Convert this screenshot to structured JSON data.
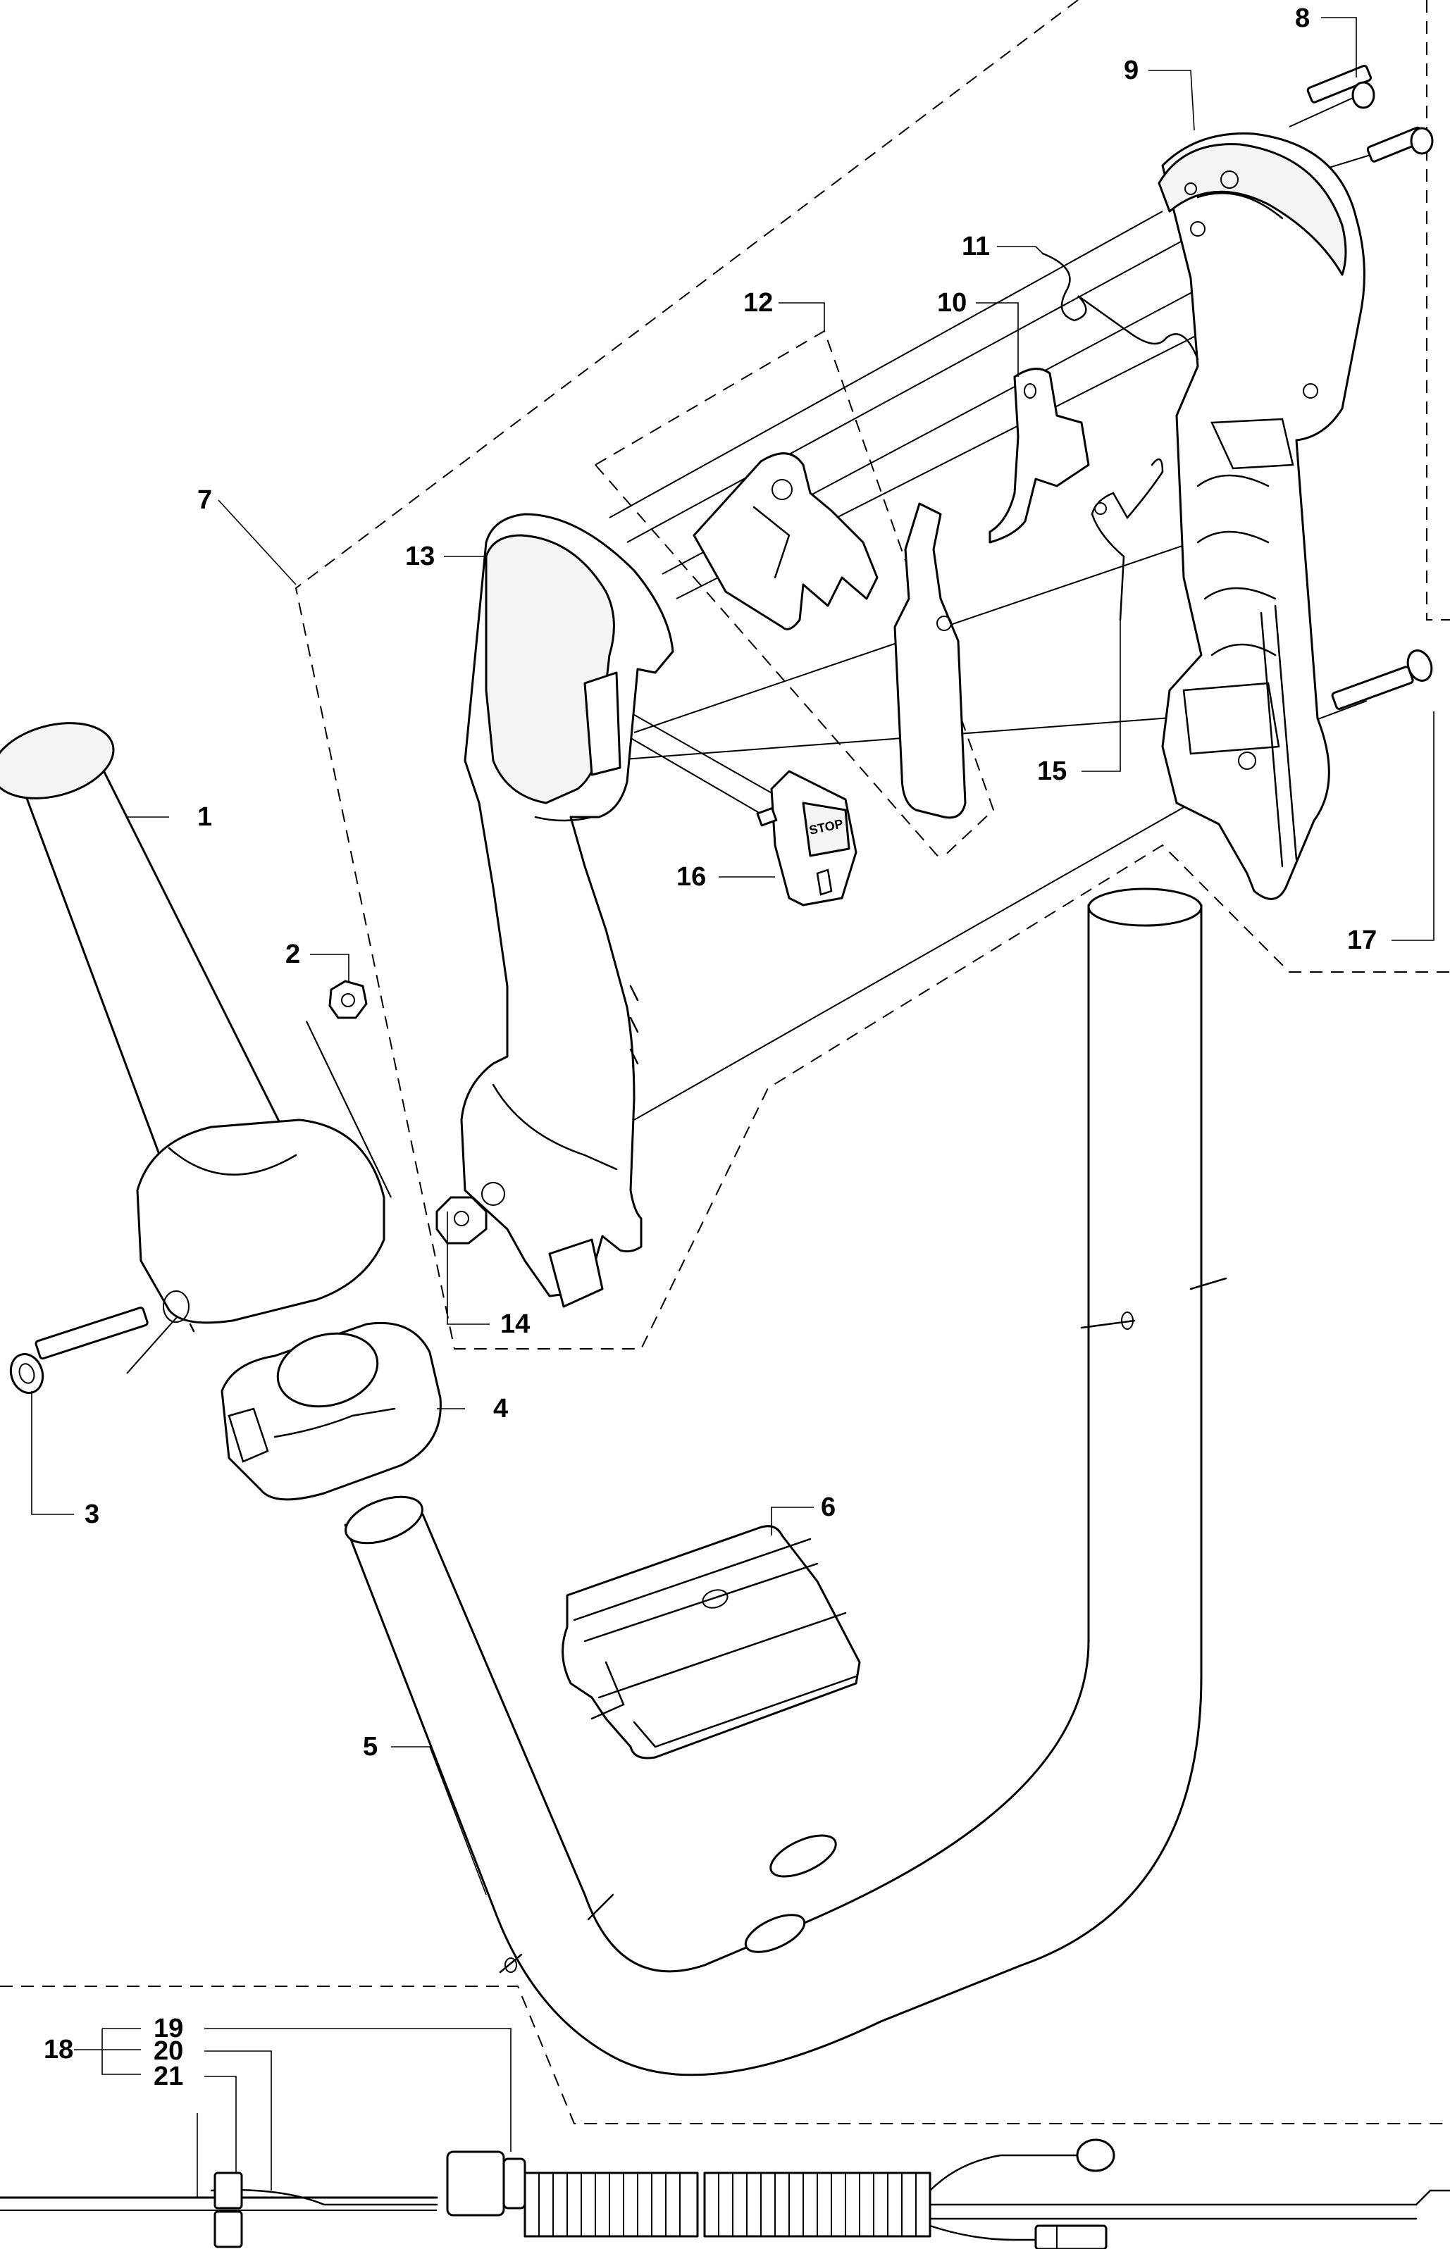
{
  "callouts": {
    "p1": "1",
    "p2": "2",
    "p3": "3",
    "p4": "4",
    "p5": "5",
    "p6": "6",
    "p7": "7",
    "p8": "8",
    "p9": "9",
    "p10": "10",
    "p11": "11",
    "p12": "12",
    "p13": "13",
    "p14": "14",
    "p15": "15",
    "p16": "16",
    "p17": "17",
    "p18": "18",
    "p19": "19",
    "p20": "20",
    "p21": "21"
  },
  "switch_label": "STOP",
  "colors": {
    "line": "#000000",
    "background": "#ffffff"
  }
}
